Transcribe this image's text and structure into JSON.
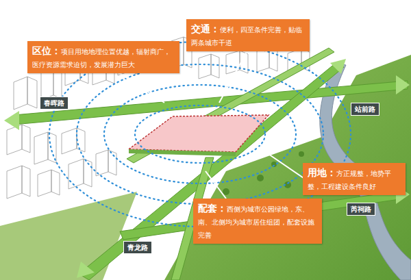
{
  "diagram": {
    "nodes": [
      {
        "text": [
          "区位：",
          "项目用地地理位置优越，辐射商广，医疗资源需求迫切，发展潜力巨大"
        ]
      },
      {
        "text": [
          "交通：",
          "便利，四至条件完善，贴临两条城市干道"
        ]
      },
      {
        "text": [
          "春晖路"
        ]
      },
      {
        "text": [
          "站前路"
        ]
      },
      {
        "text": [
          "用地：",
          "方正规整，地势平整，工程建设条件良好"
        ]
      },
      {
        "text": [
          "芮祠路"
        ]
      },
      {
        "text": [
          "配套：",
          "西侧为城市公园绿地，东、南、北侧均为城市居住组团，配套设施完善"
        ]
      },
      {
        "text": [
          "青龙路"
        ]
      }
    ]
  }
}
